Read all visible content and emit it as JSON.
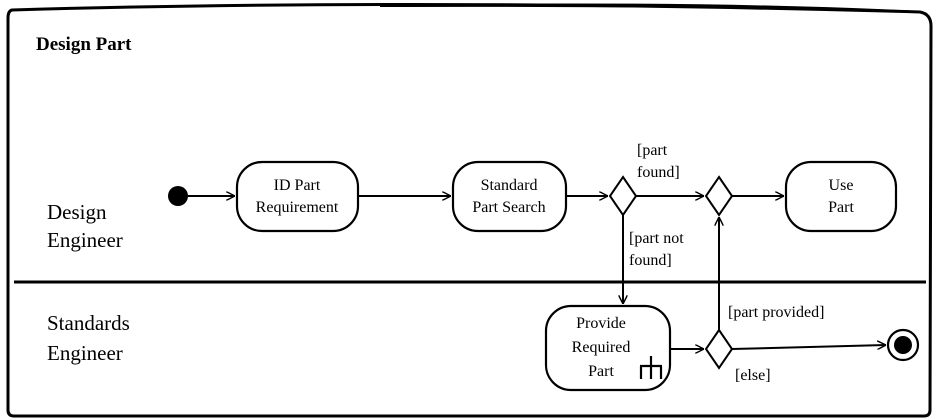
{
  "diagram": {
    "title": "Design Part",
    "swimlanes": [
      {
        "lines": [
          "Design",
          "Engineer"
        ]
      },
      {
        "lines": [
          "Standards",
          "Engineer"
        ]
      }
    ],
    "actions": {
      "id_part": [
        "ID Part",
        "Requirement"
      ],
      "standard_search": [
        "Standard",
        "Part Search"
      ],
      "use_part": [
        "Use",
        "Part"
      ],
      "provide_part": [
        "Provide",
        "Required",
        "Part"
      ]
    },
    "guards": {
      "part_found": [
        "[part",
        "found]"
      ],
      "part_not_found": [
        "[part not",
        "found]"
      ],
      "part_provided": "[part provided]",
      "else": "[else]"
    },
    "icons": {
      "start": "initial-node-icon",
      "end": "final-node-icon",
      "rake": "rake-icon"
    }
  }
}
